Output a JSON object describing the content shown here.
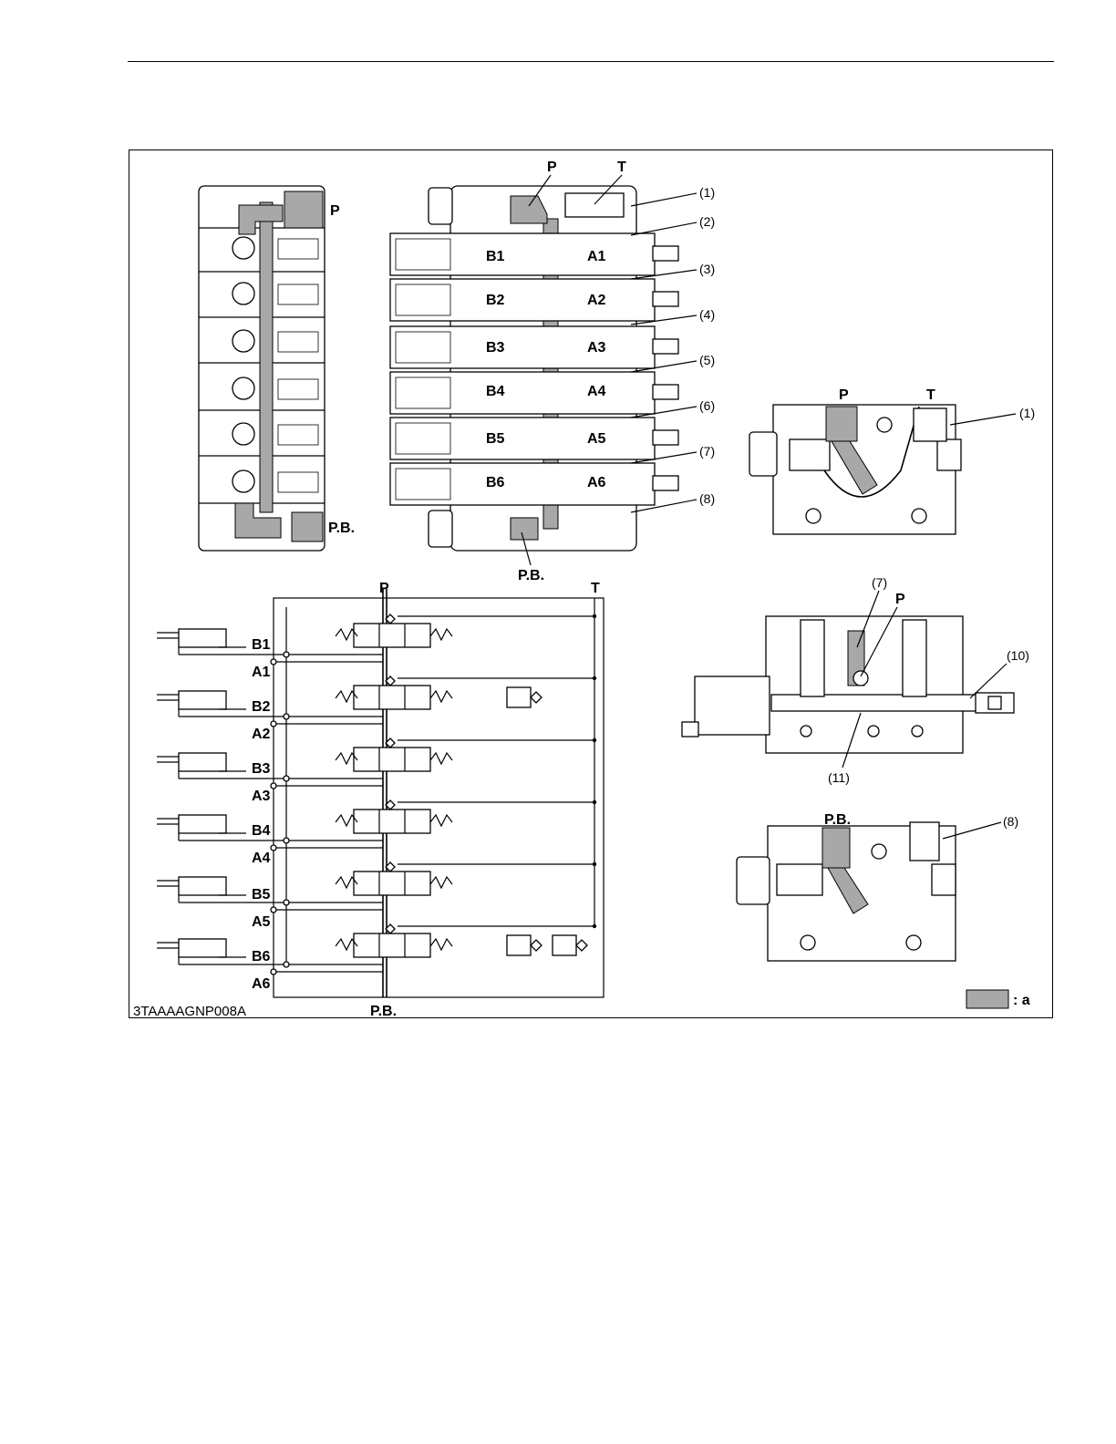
{
  "figure_code": "3TAAAAGNP008A",
  "legend": {
    "swatch_color": "#a8a8a8",
    "label": ": a"
  },
  "side_view": {
    "port_p": "P",
    "port_pb": "P.B."
  },
  "front_view": {
    "port_p": "P",
    "port_t": "T",
    "port_pb": "P.B.",
    "section_labels": [
      {
        "b": "B1",
        "a": "A1"
      },
      {
        "b": "B2",
        "a": "A2"
      },
      {
        "b": "B3",
        "a": "A3"
      },
      {
        "b": "B4",
        "a": "A4"
      },
      {
        "b": "B5",
        "a": "A5"
      },
      {
        "b": "B6",
        "a": "A6"
      }
    ],
    "callouts": [
      "(1)",
      "(2)",
      "(3)",
      "(4)",
      "(5)",
      "(6)",
      "(7)",
      "(8)"
    ]
  },
  "section_inlet": {
    "port_p": "P",
    "port_t": "T",
    "callout": "(1)"
  },
  "section_spool": {
    "port_p": "P",
    "callouts": [
      "(7)",
      "(10)",
      "(11)"
    ]
  },
  "section_outlet": {
    "port_pb": "P.B.",
    "callout": "(8)"
  },
  "schematic": {
    "port_p": "P",
    "port_t": "T",
    "port_pb": "P.B.",
    "ports": [
      {
        "b": "B1",
        "a": "A1"
      },
      {
        "b": "B2",
        "a": "A2"
      },
      {
        "b": "B3",
        "a": "A3"
      },
      {
        "b": "B4",
        "a": "A4"
      },
      {
        "b": "B5",
        "a": "A5"
      },
      {
        "b": "B6",
        "a": "A6"
      }
    ]
  }
}
